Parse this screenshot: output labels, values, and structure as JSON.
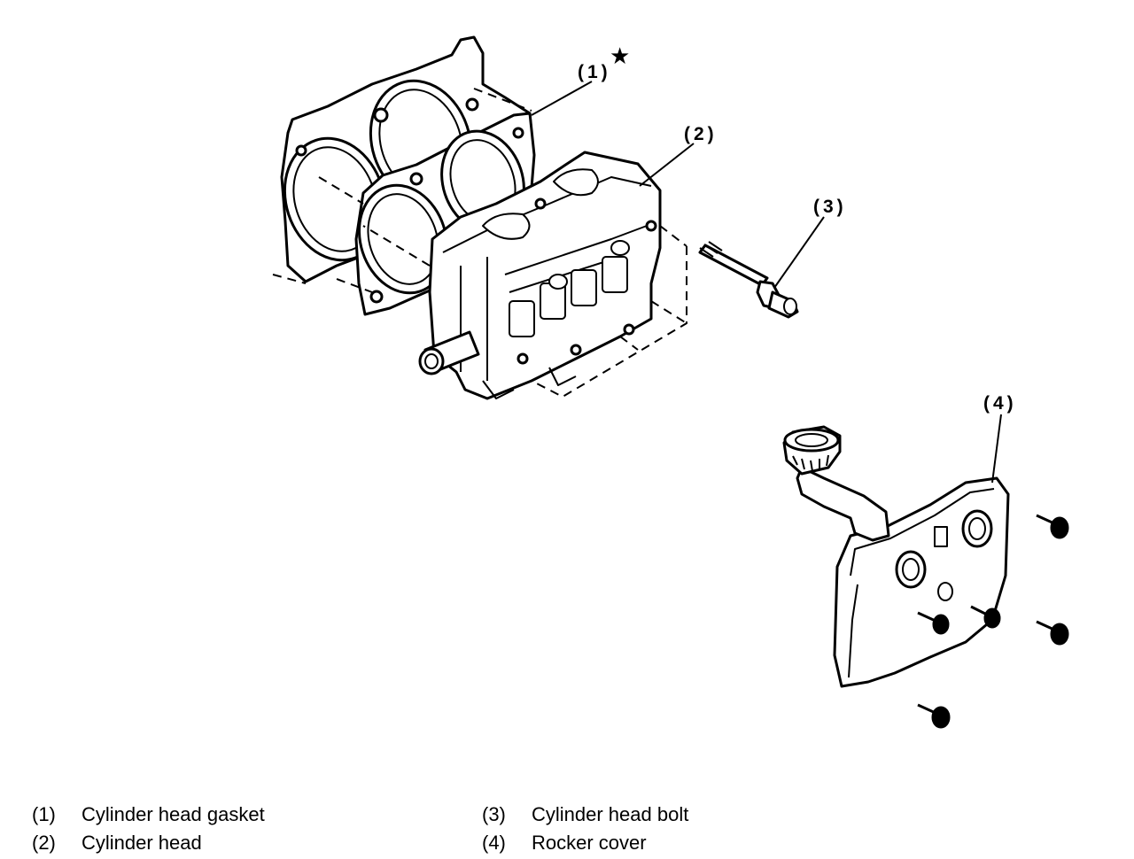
{
  "callouts": {
    "gasket": "(1)",
    "head": "(2)",
    "bolt": "(3)",
    "cover": "(4)",
    "star": "★"
  },
  "legend": [
    {
      "number": "(1)",
      "label": "Cylinder head gasket"
    },
    {
      "number": "(2)",
      "label": "Cylinder head"
    },
    {
      "number": "(3)",
      "label": "Cylinder head bolt"
    },
    {
      "number": "(4)",
      "label": "Rocker cover"
    }
  ]
}
